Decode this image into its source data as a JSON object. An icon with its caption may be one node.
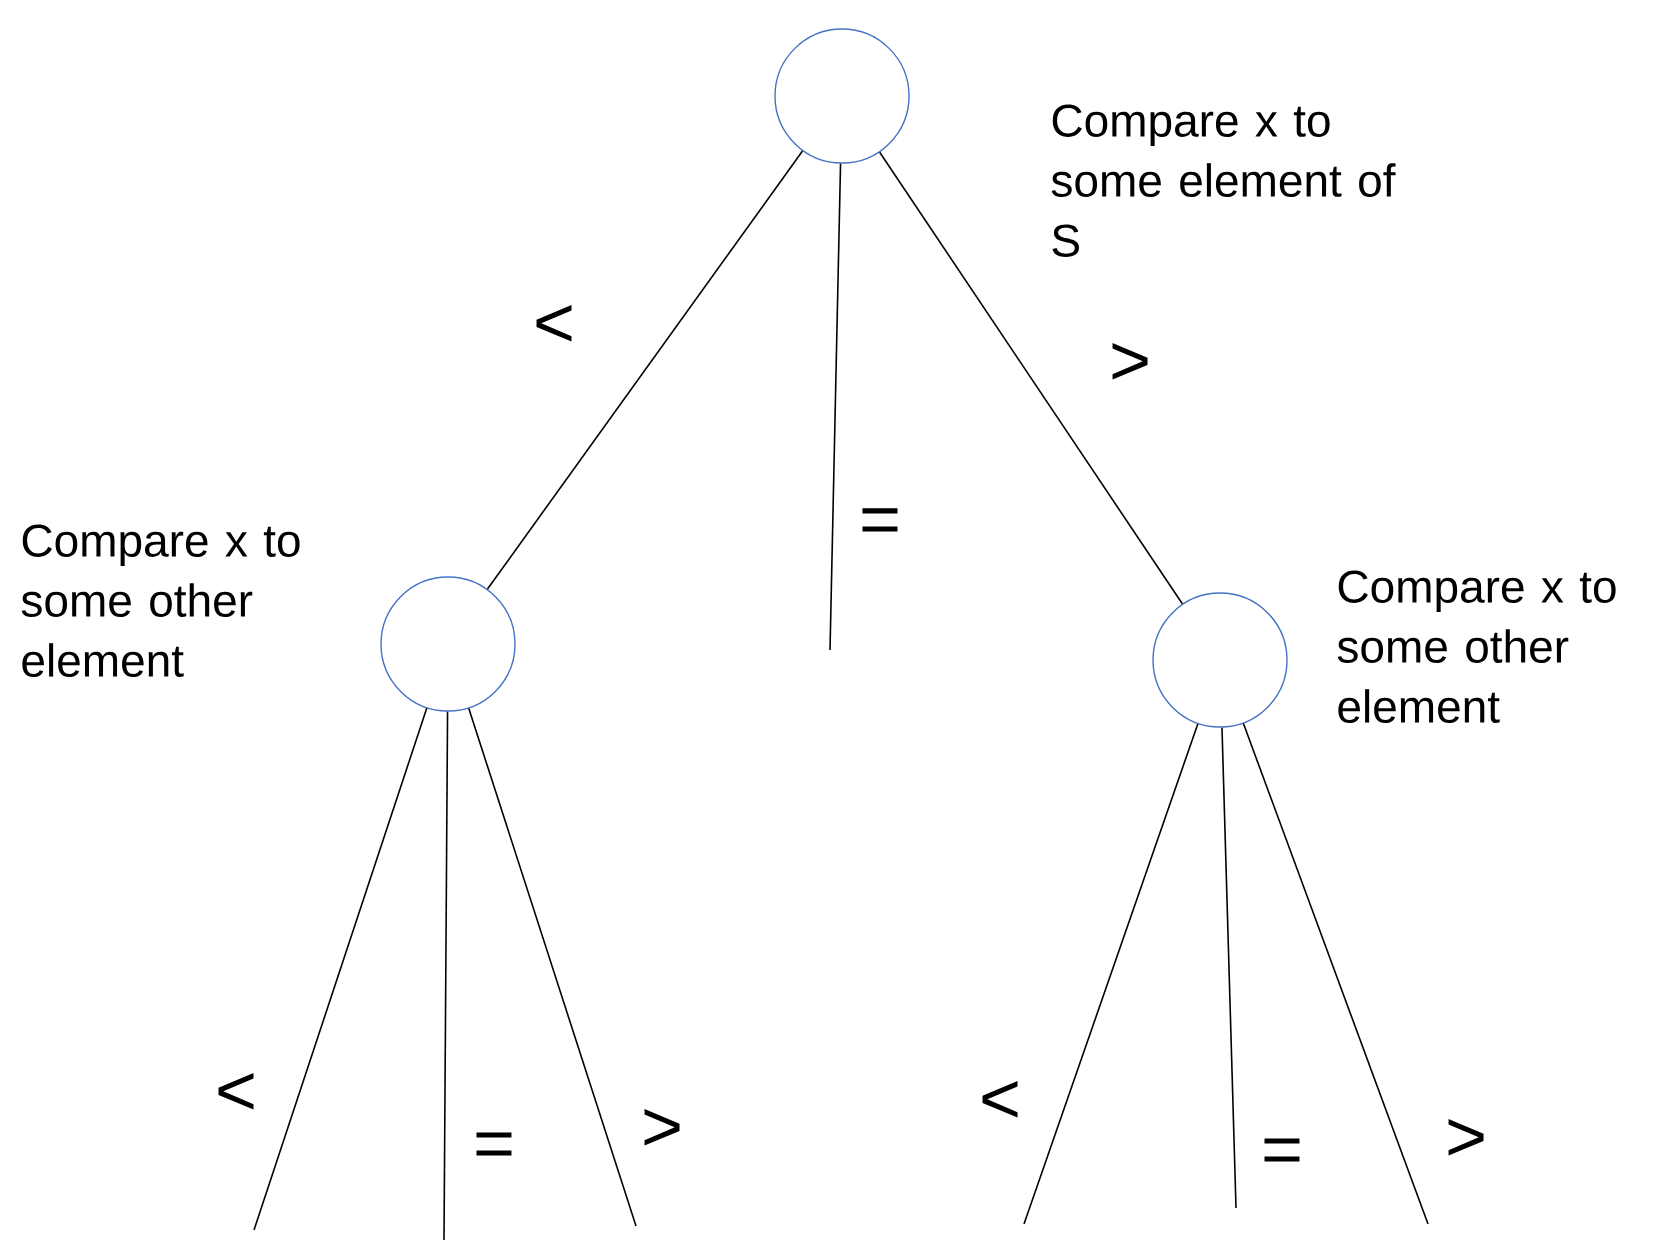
{
  "diagram": {
    "nodes": [
      {
        "text": [],
        "shape": "circle",
        "beside": [
          "Compare x to some element of S"
        ]
      },
      {
        "text": [],
        "shape": "circle",
        "beside": [
          "Compare x to some other element"
        ]
      },
      {
        "text": [],
        "shape": "circle",
        "beside": [
          "Compare x to some other element"
        ]
      }
    ],
    "edges": [
      {
        "from": 0,
        "to": 1,
        "arrow": "none",
        "label": "<"
      },
      {
        "from": 0,
        "to": null,
        "arrow": "none",
        "label": "="
      },
      {
        "from": 0,
        "to": 2,
        "arrow": "none",
        "label": ">"
      },
      {
        "from": 1,
        "to": null,
        "arrow": "none",
        "label": "<"
      },
      {
        "from": 1,
        "to": null,
        "arrow": "none",
        "label": "="
      },
      {
        "from": 1,
        "to": null,
        "arrow": "none",
        "label": ">"
      },
      {
        "from": 2,
        "to": null,
        "arrow": "none",
        "label": "<"
      },
      {
        "from": 2,
        "to": null,
        "arrow": "none",
        "label": "="
      },
      {
        "from": 2,
        "to": null,
        "arrow": "none",
        "label": ">"
      }
    ]
  }
}
